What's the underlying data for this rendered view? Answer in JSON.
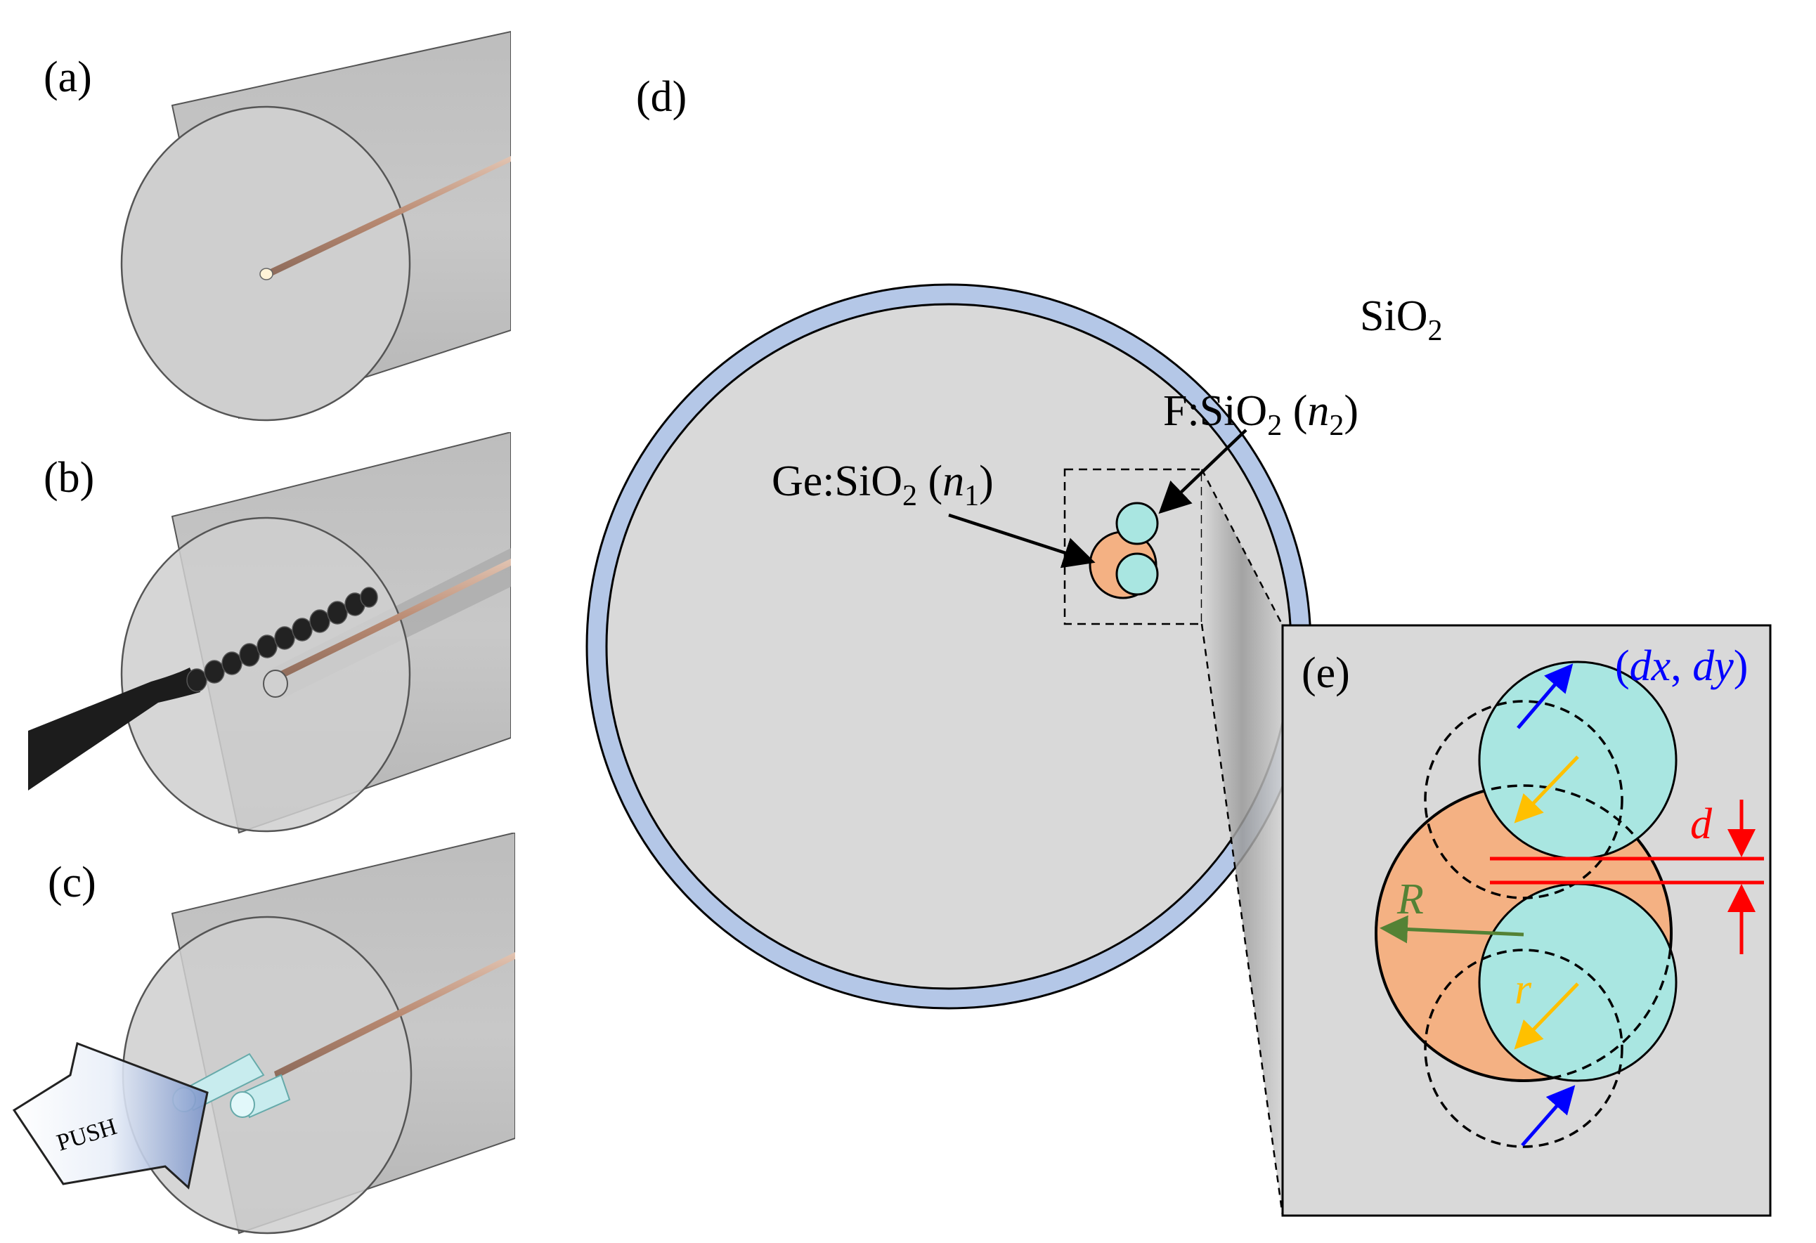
{
  "panels": {
    "a": {
      "label": "(a)"
    },
    "b": {
      "label": "(b)"
    },
    "c": {
      "label": "(c)",
      "push_label": "PUSH"
    },
    "d": {
      "label": "(d)",
      "sio2": {
        "base": "SiO",
        "sub": "2"
      },
      "fsio2": {
        "prefix": "F:SiO",
        "sub": "2",
        "paren_open": " (",
        "var": "n",
        "var_sub": "2",
        "paren_close": ")"
      },
      "gesio2": {
        "prefix": "Ge:SiO",
        "sub": "2",
        "paren_open": " (",
        "var": "n",
        "var_sub": "1",
        "paren_close": ")"
      }
    },
    "e": {
      "label": "(e)",
      "offset": {
        "open": "(",
        "dx": "dx",
        "comma": ", ",
        "dy": "dy",
        "close": ")"
      },
      "R": "R",
      "r": "r",
      "d": "d"
    }
  },
  "colors": {
    "cladding": "#d9d9d9",
    "coating": "#b4c7e7",
    "ge_core": "#f4b183",
    "f_rod": "#a9e6e1",
    "copper_wire": "#c9a089",
    "drill": "#1c1c1c",
    "arrow_blue": "#0000ff",
    "arrow_orange": "#ffc000",
    "arrow_green": "#548235",
    "arrow_red": "#ff0000"
  }
}
